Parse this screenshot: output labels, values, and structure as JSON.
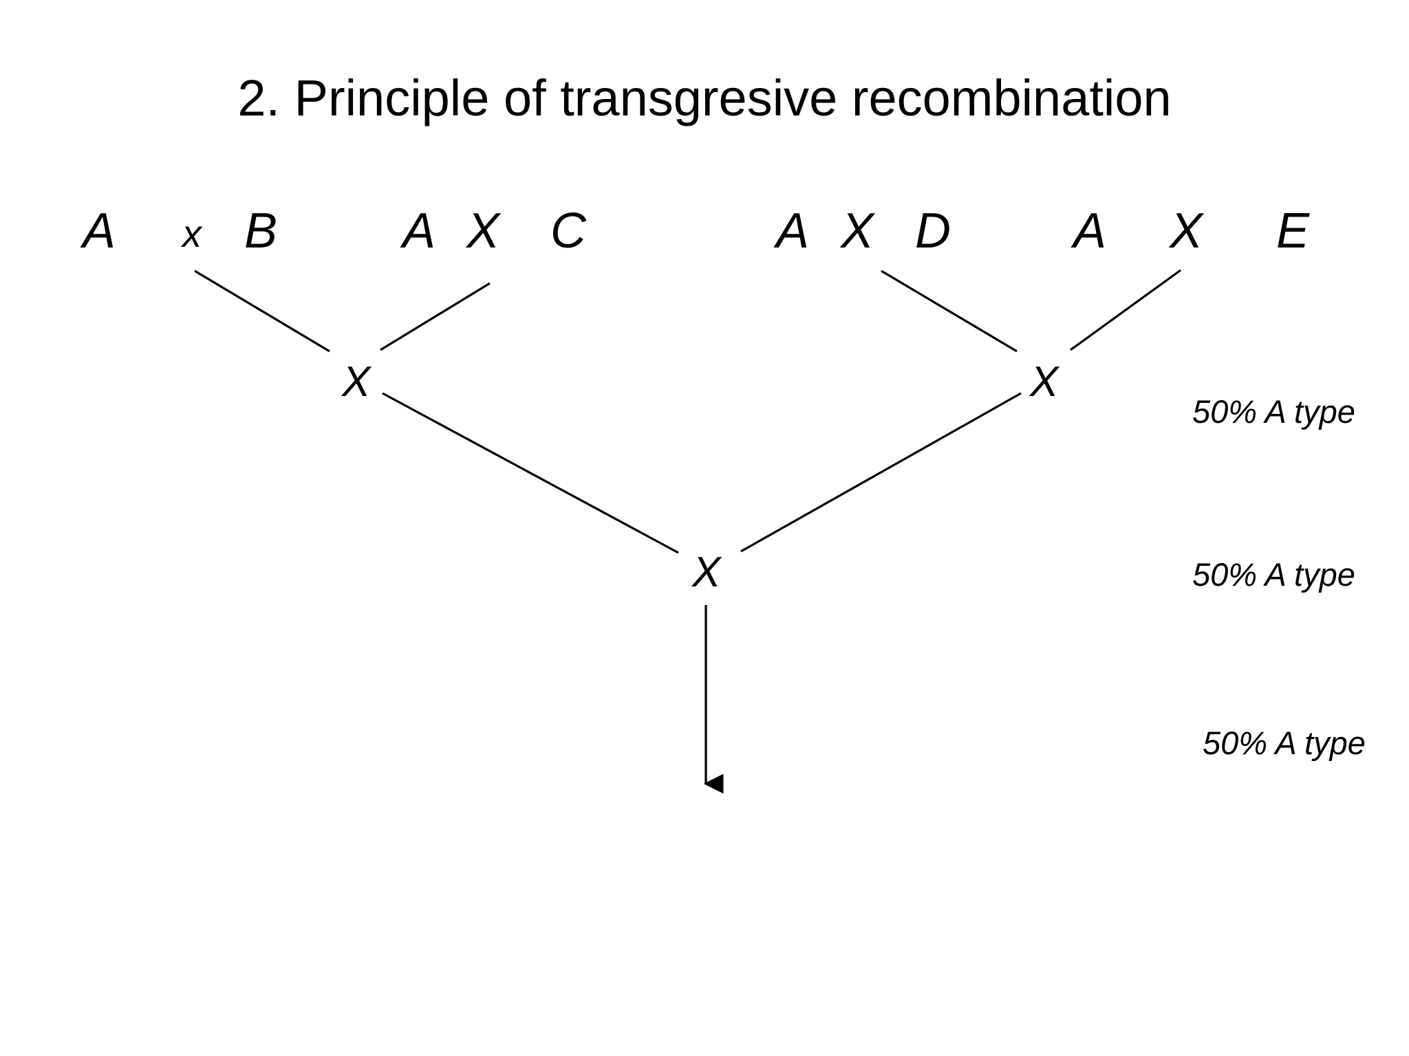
{
  "slide": {
    "title": "2. Principle of transgresive recombination",
    "background_color": "#ffffff",
    "ink_color": "#000000"
  },
  "diagram": {
    "type": "pedigree-crossing-scheme",
    "generation_1": {
      "crosses": [
        {
          "id": "cross-ab",
          "parent_left": "A",
          "operator": "x",
          "parent_right": "B"
        },
        {
          "id": "cross-ac",
          "parent_left": "A",
          "operator": "X",
          "parent_right": "C"
        },
        {
          "id": "cross-ad",
          "parent_left": "A",
          "operator": "X",
          "parent_right": "D"
        },
        {
          "id": "cross-ae",
          "parent_left": "A",
          "operator": "X",
          "parent_right": "E"
        }
      ]
    },
    "generation_2": {
      "nodes": [
        {
          "id": "node-left",
          "label": "X"
        },
        {
          "id": "node-right",
          "label": "X"
        }
      ]
    },
    "generation_3": {
      "nodes": [
        {
          "id": "node-bottom",
          "label": "X"
        }
      ],
      "output_arrow": "down-arrow"
    },
    "annotations": [
      {
        "id": "pct-1",
        "text": "50% A type"
      },
      {
        "id": "pct-2",
        "text": "50% A type"
      },
      {
        "id": "pct-3",
        "text": "50% A type"
      }
    ]
  }
}
